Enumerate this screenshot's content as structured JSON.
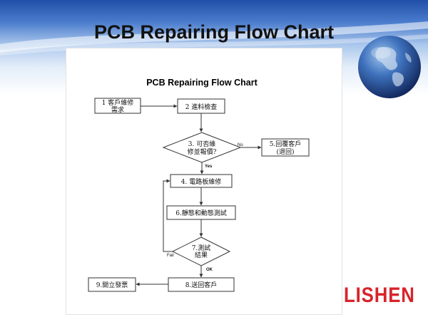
{
  "slide": {
    "title": "PCB Repairing Flow Chart",
    "logo_text": "LISHEN",
    "logo_color": "#d8232a",
    "accent_color": "#1f4fa8"
  },
  "diagram": {
    "title": "PCB Repairing Flow Chart",
    "nodes": {
      "n1": {
        "lines": [
          "1 客戶維修",
          "需求"
        ]
      },
      "n2": {
        "lines": [
          "2 進料檢查"
        ]
      },
      "n3": {
        "lines": [
          "3. 可否維",
          "修並報價?"
        ]
      },
      "n4": {
        "lines": [
          "4. 電路板維修"
        ]
      },
      "n5": {
        "lines": [
          "5.回覆客戶",
          "(退回)"
        ]
      },
      "n6": {
        "lines": [
          "6.靜態和動態測試"
        ]
      },
      "n7": {
        "lines": [
          "7.測試",
          "結果"
        ]
      },
      "n8": {
        "lines": [
          "8.送回客戶"
        ]
      },
      "n9": {
        "lines": [
          "9.開立發票"
        ]
      }
    },
    "edges": {
      "no": "No",
      "yes": "Yes",
      "fail": "Fail",
      "ok": "OK"
    }
  }
}
